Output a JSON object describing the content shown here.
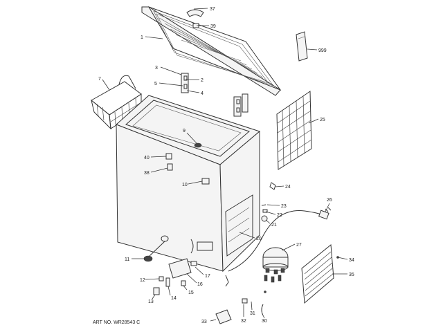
{
  "callouts": {
    "c37": "37",
    "c39": "39",
    "c1": "1",
    "c999": "999",
    "c3": "3",
    "c2": "2",
    "c5": "5",
    "c4": "4",
    "c7": "7",
    "c9": "9",
    "c25": "25",
    "c40": "40",
    "c38": "38",
    "c10": "10",
    "c24": "24",
    "c23": "23",
    "c26": "26",
    "c22": "22",
    "c21": "21",
    "c20": "20",
    "c27": "27",
    "c11": "11",
    "c17": "17",
    "c16": "16",
    "c34": "34",
    "c12": "12",
    "c35": "35",
    "c14": "14",
    "c15": "15",
    "c13": "13",
    "c31": "31",
    "c33": "33",
    "c32": "32",
    "c30": "30"
  },
  "footer": {
    "art_no": "ART NO. WR28543 C"
  }
}
